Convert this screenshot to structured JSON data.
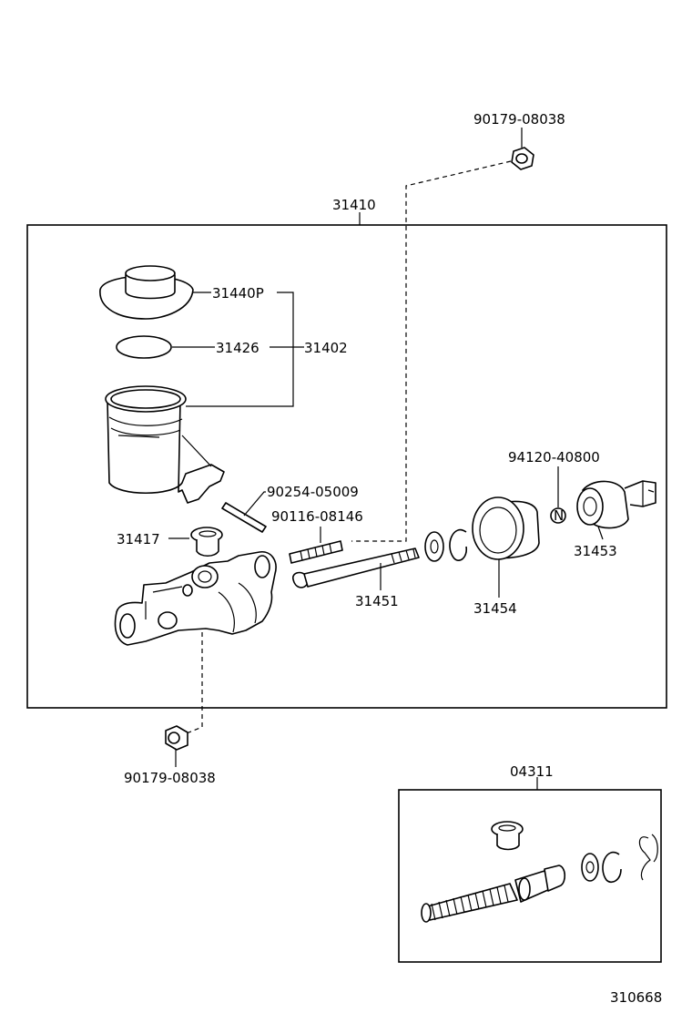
{
  "labels": {
    "nut_top": "90179-08038",
    "assembly": "31410",
    "cap": "31440P",
    "diaphragm": "31426",
    "reservoir_set": "31402",
    "pin": "90254-05009",
    "stud": "90116-08146",
    "plug": "31417",
    "bolt": "31451",
    "boot": "31454",
    "clip_n": "94120-40800",
    "push_rod_clevis": "31453",
    "nut_bottom": "90179-08038",
    "kit": "04311",
    "ref": "310668"
  },
  "icons": {
    "n_marker": "N"
  }
}
